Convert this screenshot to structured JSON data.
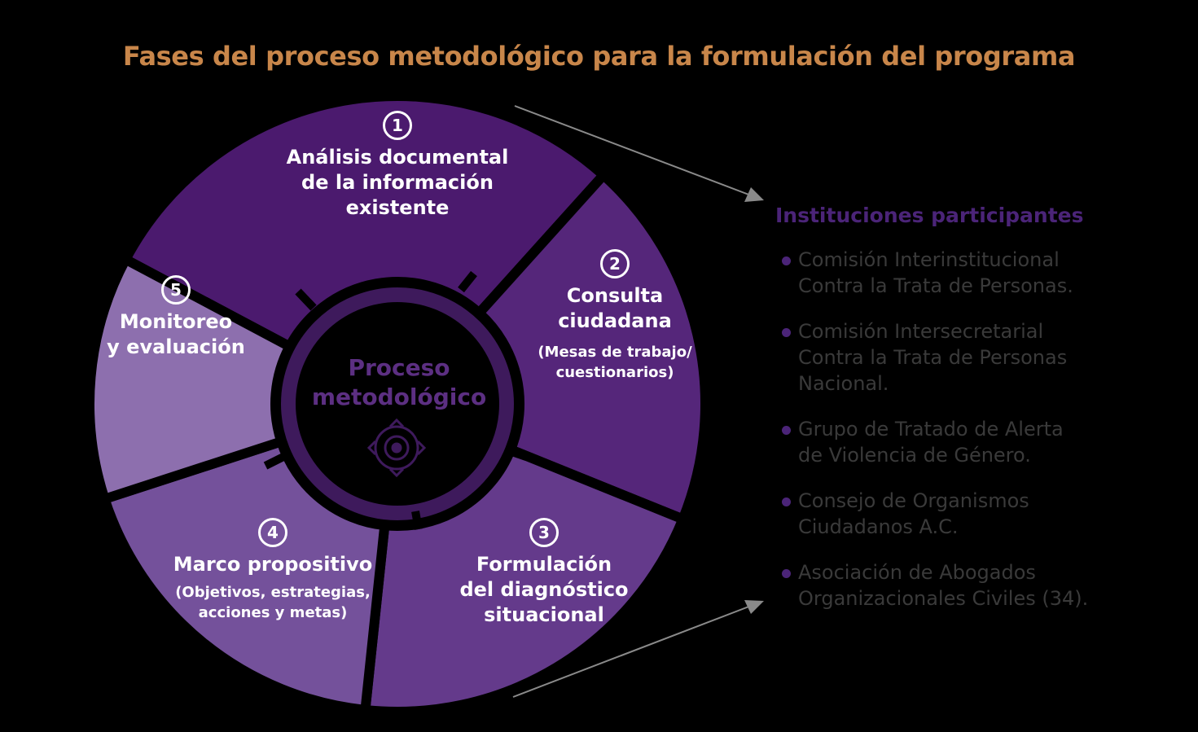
{
  "title": "Fases del proceso metodológico para la formulación del programa",
  "center": {
    "label": "Proceso\nmetodológico",
    "icon": "target-icon"
  },
  "phases": [
    {
      "number": "1",
      "title": "Análisis documental\nde la información\nexistente",
      "subtitle": "",
      "color": "#4b1a6e"
    },
    {
      "number": "2",
      "title": "Consulta\nciudadana",
      "subtitle": "(Mesas de trabajo/\ncuestionarios)",
      "color": "#55267a"
    },
    {
      "number": "3",
      "title": "Formulación\ndel diagnóstico\nsituacional",
      "subtitle": "",
      "color": "#643a8b"
    },
    {
      "number": "4",
      "title": "Marco propositivo",
      "subtitle": "(Objetivos, estrategias,\nacciones y metas)",
      "color": "#74519b"
    },
    {
      "number": "5",
      "title": "Monitoreo\ny evaluación",
      "subtitle": "",
      "color": "#8d6fae"
    }
  ],
  "institutions": {
    "heading": "Instituciones participantes",
    "items": [
      "Comisión Interinstitucional\nContra la Trata de Personas.",
      "Comisión Intersecretarial\nContra la Trata de Personas\nNacional.",
      "Grupo de Tratado de Alerta\nde Violencia de Género.",
      "Consejo de Organismos\nCiudadanos A.C.",
      "Asociación de Abogados\nOrganizacionales Civiles (34)."
    ],
    "bullet_color": "#4b2478",
    "text_color": "#3a3a3a"
  },
  "colors": {
    "title": "#c8864a",
    "center_label": "#5c2f82",
    "background": "#000000"
  }
}
